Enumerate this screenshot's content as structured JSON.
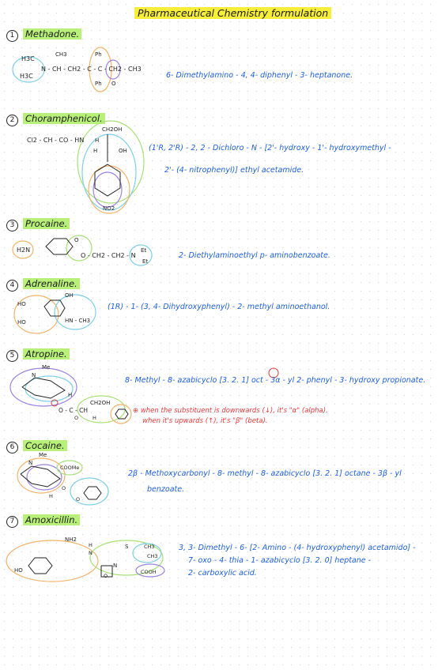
{
  "title": "Pharmaceutical Chemistry formulation",
  "colors": {
    "iupac": "#1f5fd6",
    "note": "#e23a3a",
    "highlight_green": "#b8f07a",
    "highlight_yellow": "#f7ee3a",
    "circle_blue": "#7fcfe6",
    "circle_orange": "#f2b36a",
    "circle_purple": "#9b83e0",
    "circle_pink": "#f2a3b3",
    "circle_green": "#a9e07a"
  },
  "sections": [
    {
      "num": "1",
      "name": "Methadone.",
      "iupac": "6- Dimethylamino - 4, 4- diphenyl - 3- heptanone.",
      "labels": {
        "a": "H3C",
        "b": "H3C",
        "c": "N - CH - CH2 - C - C - CH2 - CH3",
        "d": "CH3",
        "e": "Ph",
        "f": "Ph",
        "g": "O"
      }
    },
    {
      "num": "2",
      "name": "Choramphenicol.",
      "iupac_line1": "(1'R, 2'R) - 2, 2 - Dichloro - N - [2'- hydroxy - 1'- hydroxymethyl -",
      "iupac_line2": "2'- (4- nitrophenyl)] ethyl acetamide.",
      "labels": {
        "a": "Cl2 - CH - CO - HN",
        "b": "CH2OH",
        "c": "H",
        "d": "OH",
        "e": "H",
        "f": "NO2"
      }
    },
    {
      "num": "3",
      "name": "Procaine.",
      "iupac": "2- Diethylaminoethyl p- aminobenzoate.",
      "labels": {
        "a": "H2N",
        "b": "O",
        "c": "O - CH2 - CH2 - N",
        "d": "Et",
        "e": "Et"
      }
    },
    {
      "num": "4",
      "name": "Adrenaline.",
      "iupac": "(1R) - 1- (3, 4- Dihydroxyphenyl) - 2- methyl aminoethanol.",
      "labels": {
        "a": "HO",
        "b": "HO",
        "c": "OH",
        "d": "HN - CH3"
      }
    },
    {
      "num": "5",
      "name": "Atropine.",
      "iupac": "8- Methyl - 8- azabicyclo [3. 2. 1] oct - 3α - yl 2- phenyl - 3- hydroxy propionate.",
      "note_line1": "⊕ when the substituent is downwards (↓), it's \"α\" (alpha).",
      "note_line2": "when it's upwards (↑), it's \"β\" (beta).",
      "labels": {
        "a": "Me",
        "b": "N",
        "c": "H",
        "d": "CH2OH",
        "e": "O - C - CH",
        "f": "O",
        "g": "H"
      }
    },
    {
      "num": "6",
      "name": "Cocaine.",
      "iupac_line1": "2β - Methoxycarbonyl - 8- methyl - 8- azabicyclo [3. 2. 1] octane - 3β - yl",
      "iupac_line2": "benzoate.",
      "labels": {
        "a": "Me",
        "b": "N",
        "c": "COOMe",
        "d": "H",
        "e": "O",
        "f": "O"
      }
    },
    {
      "num": "7",
      "name": "Amoxicillin.",
      "iupac_line1": "3, 3- Dimethyl - 6- [2- Amino - (4- hydroxyphenyl) acetamido] -",
      "iupac_line2": "7- oxo - 4- thia - 1- azabicyclo [3. 2. 0] heptane -",
      "iupac_line3": "2- carboxylic acid.",
      "labels": {
        "a": "NH2",
        "b": "H",
        "c": "N",
        "d": "HO",
        "e": "S",
        "f": "CH3",
        "g": "CH3",
        "h": "N",
        "i": "O",
        "j": "COOH"
      }
    }
  ]
}
